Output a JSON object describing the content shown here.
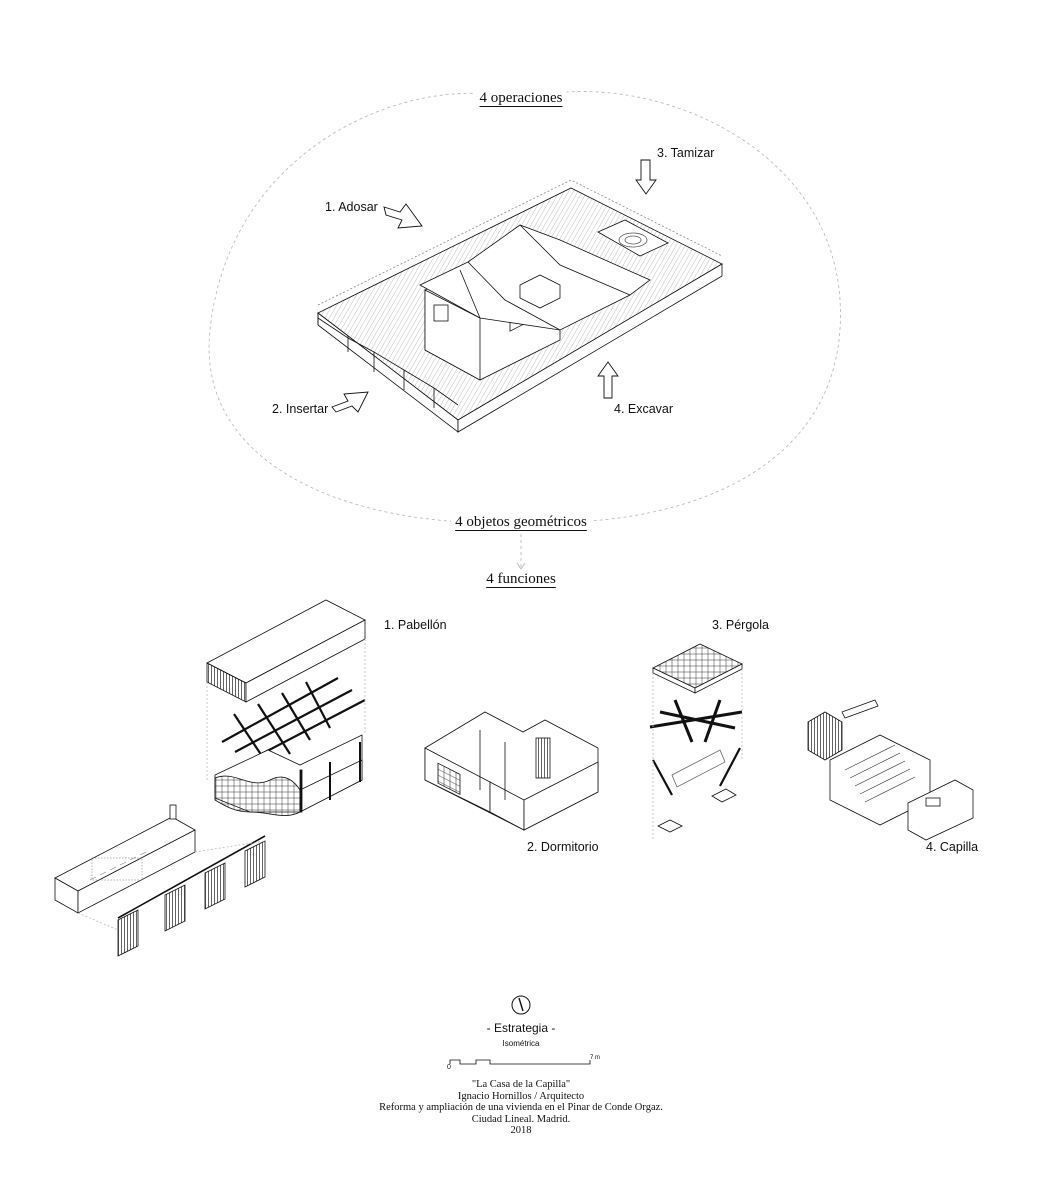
{
  "headings": {
    "operations": "4 operaciones",
    "objects": "4 objetos geométricos",
    "functions": "4 funciones"
  },
  "operations": [
    {
      "label": "1. Adosar"
    },
    {
      "label": "2. Insertar"
    },
    {
      "label": "3. Tamizar"
    },
    {
      "label": "4. Excavar"
    }
  ],
  "functions": [
    {
      "label": "1. Pabellón"
    },
    {
      "label": "2. Dormitorio"
    },
    {
      "label": "3. Pérgola"
    },
    {
      "label": "4. Capilla"
    }
  ],
  "legend": {
    "title": "- Estrategia -",
    "subtitle": "Isométrica",
    "scale_start": "0",
    "scale_end": "7 m"
  },
  "credits": [
    "\"La Casa de la Capilla\"",
    "Ignacio Hornillos / Arquitecto",
    "Reforma y ampliación de una vivienda en el Pinar de Conde Orgaz.",
    "Ciudad Lineal. Madrid.",
    "2018"
  ],
  "colors": {
    "ink": "#111111",
    "guide": "#b0b0b0"
  }
}
